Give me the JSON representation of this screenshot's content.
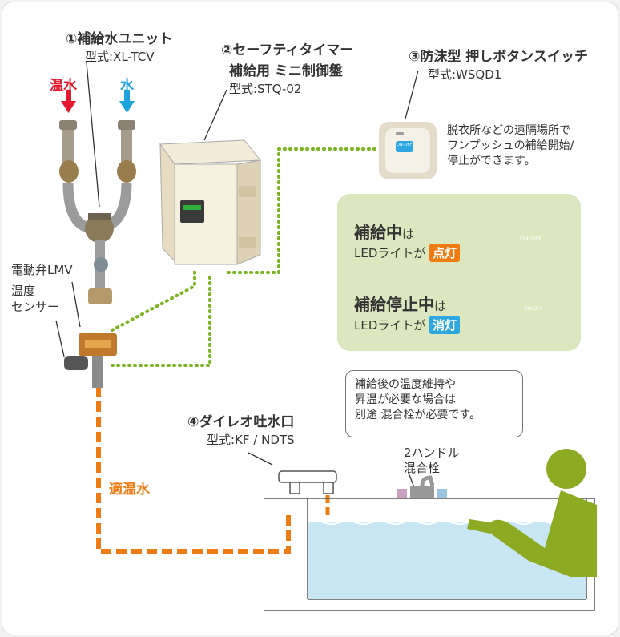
{
  "unit1": {
    "name": "①補給水ユニット",
    "model": "型式:XL-TCV"
  },
  "unit2": {
    "line1": "②セーフティタイマー",
    "line2": "補給用 ミニ制御盤",
    "model": "型式:STQ-02"
  },
  "unit3": {
    "name": "③防沫型 押しボタンスイッチ",
    "model": "型式:WSQD1"
  },
  "unit4": {
    "name": "④ダイレオ吐水口",
    "model": "型式:KF / NDTS"
  },
  "hot_water": "温水",
  "cold_water": "水",
  "valve_label": "電動弁LMV",
  "sensor_label": [
    "温度",
    "センサー"
  ],
  "remote_note": [
    "脱衣所などの遠隔場所で",
    "ワンプッシュの補給開始/",
    "停止ができます。"
  ],
  "status": {
    "on_title": "補給中",
    "on_particle": "は",
    "on_text": "LEDライトが",
    "on_badge": "点灯",
    "off_title": "補給停止中",
    "off_particle": "は",
    "off_text": "LEDライトが",
    "off_badge": "消灯",
    "switch_label": "ON-OFF"
  },
  "callout": [
    "補給後の温度維持や",
    "昇温が必要な場合は",
    "別途 混合栓が必要です。"
  ],
  "mixer_label": [
    "2ハンドル",
    "混合栓"
  ],
  "warm_water": "適温水",
  "colors": {
    "hot": "#e6162d",
    "cold": "#1aa3dc",
    "orange": "#ee7c12",
    "green_dots": "#7ab51d",
    "green_bg": "#dce6bf",
    "person": "#8dab22",
    "water": "#c8e6f4",
    "badge_on": "#ee7c12",
    "badge_off": "#2ea7e0"
  }
}
